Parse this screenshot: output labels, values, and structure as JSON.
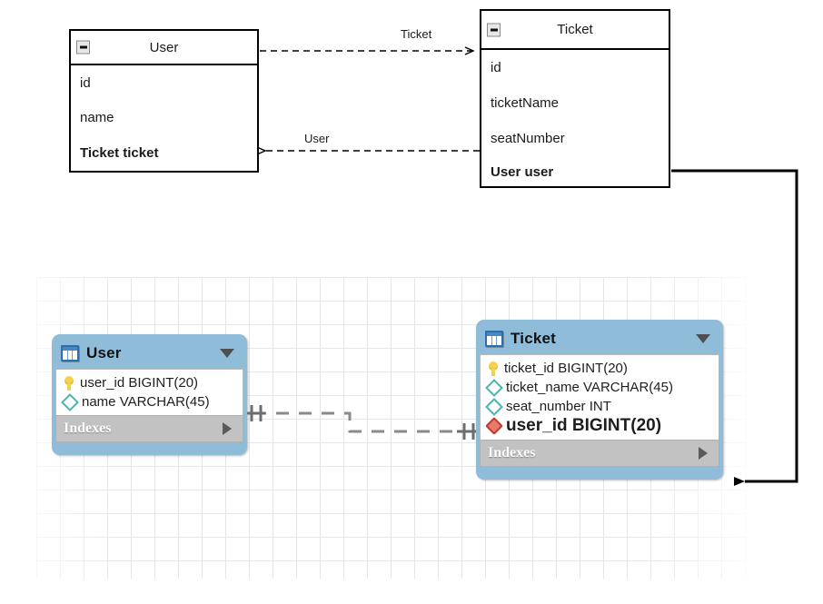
{
  "uml": {
    "classes": [
      {
        "name": "User",
        "collapse_icon": "minus-collapse-icon",
        "attributes": [
          {
            "text": "id",
            "bold": false
          },
          {
            "text": "name",
            "bold": false
          },
          {
            "text": "Ticket ticket",
            "bold": true
          }
        ]
      },
      {
        "name": "Ticket",
        "collapse_icon": "minus-collapse-icon",
        "attributes": [
          {
            "text": "id",
            "bold": false
          },
          {
            "text": "ticketName",
            "bold": false
          },
          {
            "text": "seatNumber",
            "bold": false
          },
          {
            "text": "User user",
            "bold": true
          }
        ]
      }
    ],
    "associations": [
      {
        "label": "Ticket",
        "direction": "right",
        "style": "dashed"
      },
      {
        "label": "User",
        "direction": "left",
        "style": "dashed"
      }
    ]
  },
  "workbench": {
    "tables": [
      {
        "name": "User",
        "table_icon": "table-icon",
        "caret_icon": "caret-down-icon",
        "columns": [
          {
            "icon": "primary-key-icon",
            "text": "user_id BIGINT(20)",
            "kind": "pk"
          },
          {
            "icon": "column-diamond-icon",
            "text": "name VARCHAR(45)",
            "kind": "col"
          }
        ],
        "indexes_label": "Indexes",
        "indexes_caret_icon": "caret-right-icon"
      },
      {
        "name": "Ticket",
        "table_icon": "table-icon",
        "caret_icon": "caret-down-icon",
        "columns": [
          {
            "icon": "primary-key-icon",
            "text": "ticket_id BIGINT(20)",
            "kind": "pk"
          },
          {
            "icon": "column-diamond-icon",
            "text": "ticket_name VARCHAR(45)",
            "kind": "col"
          },
          {
            "icon": "column-diamond-icon",
            "text": "seat_number INT",
            "kind": "col"
          },
          {
            "icon": "foreign-key-icon",
            "text": "user_id BIGINT(20)",
            "kind": "fk"
          }
        ],
        "indexes_label": "Indexes",
        "indexes_caret_icon": "caret-right-icon"
      }
    ],
    "relationship": {
      "style": "dashed",
      "left_notation": "one-mandatory",
      "right_notation": "one-mandatory"
    }
  },
  "annotation": {
    "arrow_icon": "annotation-arrow-icon",
    "from": "Ticket.User user",
    "to": "Ticket.user_id BIGINT(20)"
  },
  "colors": {
    "uml_border": "#000000",
    "wb_header": "#8fbcd9",
    "wb_indexes": "#c2c2c2",
    "pk_icon": "#f6d24b",
    "col_icon": "#49b5b0",
    "fk_icon": "#e8796e",
    "grid_line": "#e6e6e6",
    "connector": "#808080",
    "annotation_line": "#000000"
  }
}
